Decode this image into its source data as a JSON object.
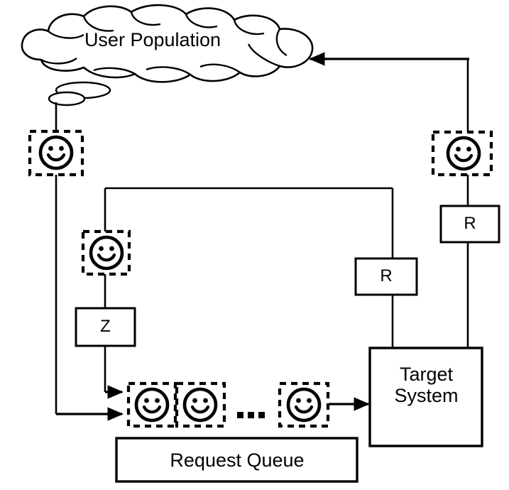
{
  "diagram": {
    "title": "Load testing architecture diagram",
    "background_color": "#ffffff",
    "stroke_color": "#000000",
    "nodes": [
      {
        "id": "user-population",
        "type": "cloud",
        "label": "User Population"
      },
      {
        "id": "target-system",
        "type": "box",
        "label": "Target System",
        "label_lines": [
          "Target",
          "System"
        ]
      },
      {
        "id": "request-queue",
        "type": "box",
        "label": "Request Queue"
      },
      {
        "id": "r-box-right",
        "type": "box",
        "label": "R"
      },
      {
        "id": "r-box-middle",
        "type": "box",
        "label": "R"
      },
      {
        "id": "z-box",
        "type": "box",
        "label": "Z"
      }
    ],
    "users": [
      {
        "id": "user-source",
        "icon": "smiley-face-icon"
      },
      {
        "id": "user-return",
        "icon": "smiley-face-icon"
      },
      {
        "id": "user-think",
        "icon": "smiley-face-icon"
      },
      {
        "id": "queue-user-1",
        "icon": "smiley-face-icon"
      },
      {
        "id": "queue-user-2",
        "icon": "smiley-face-icon"
      },
      {
        "id": "queue-user-n",
        "icon": "smiley-face-icon"
      }
    ],
    "ellipsis": "…",
    "edges": [
      {
        "id": "edge-target-to-population",
        "arrow": true
      },
      {
        "id": "edge-population-to-queue",
        "arrow": true
      },
      {
        "id": "edge-think-to-queue",
        "arrow": true
      },
      {
        "id": "edge-queue-to-target",
        "arrow": true
      },
      {
        "id": "edge-target-to-rmid",
        "arrow": false
      },
      {
        "id": "edge-rmid-to-think",
        "arrow": false
      },
      {
        "id": "edge-return-to-rright",
        "arrow": false
      },
      {
        "id": "edge-rright-to-target",
        "arrow": false
      },
      {
        "id": "edge-usersource-to-leftline",
        "arrow": false
      },
      {
        "id": "edge-think-to-zbox",
        "arrow": false
      }
    ]
  }
}
